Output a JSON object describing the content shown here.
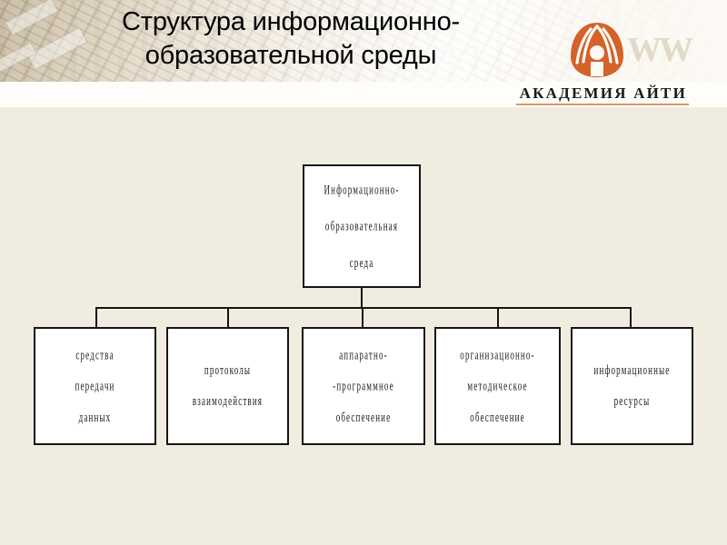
{
  "header": {
    "title": "Структура информационно-образовательной среды",
    "brand": "АКАДЕМИЯ  АЙТИ",
    "watermark": "WW",
    "logo_icon": "academy-ait-logo-icon",
    "accent_color": "#d4622a",
    "rule_color": "#d59a63",
    "background_color": "#f0ece0"
  },
  "diagram": {
    "root": {
      "label": "Информационно-\nобразовательная\nсреда"
    },
    "leaves": [
      {
        "label": "средства\nпередачи\nданных"
      },
      {
        "label": "протоколы\nвзаимодействия"
      },
      {
        "label": "аппаратно-\n-программное\nобеспечение"
      },
      {
        "label": "организационно-\nметодическое\nобеспечение"
      },
      {
        "label": "информационные\nресурсы"
      }
    ]
  }
}
